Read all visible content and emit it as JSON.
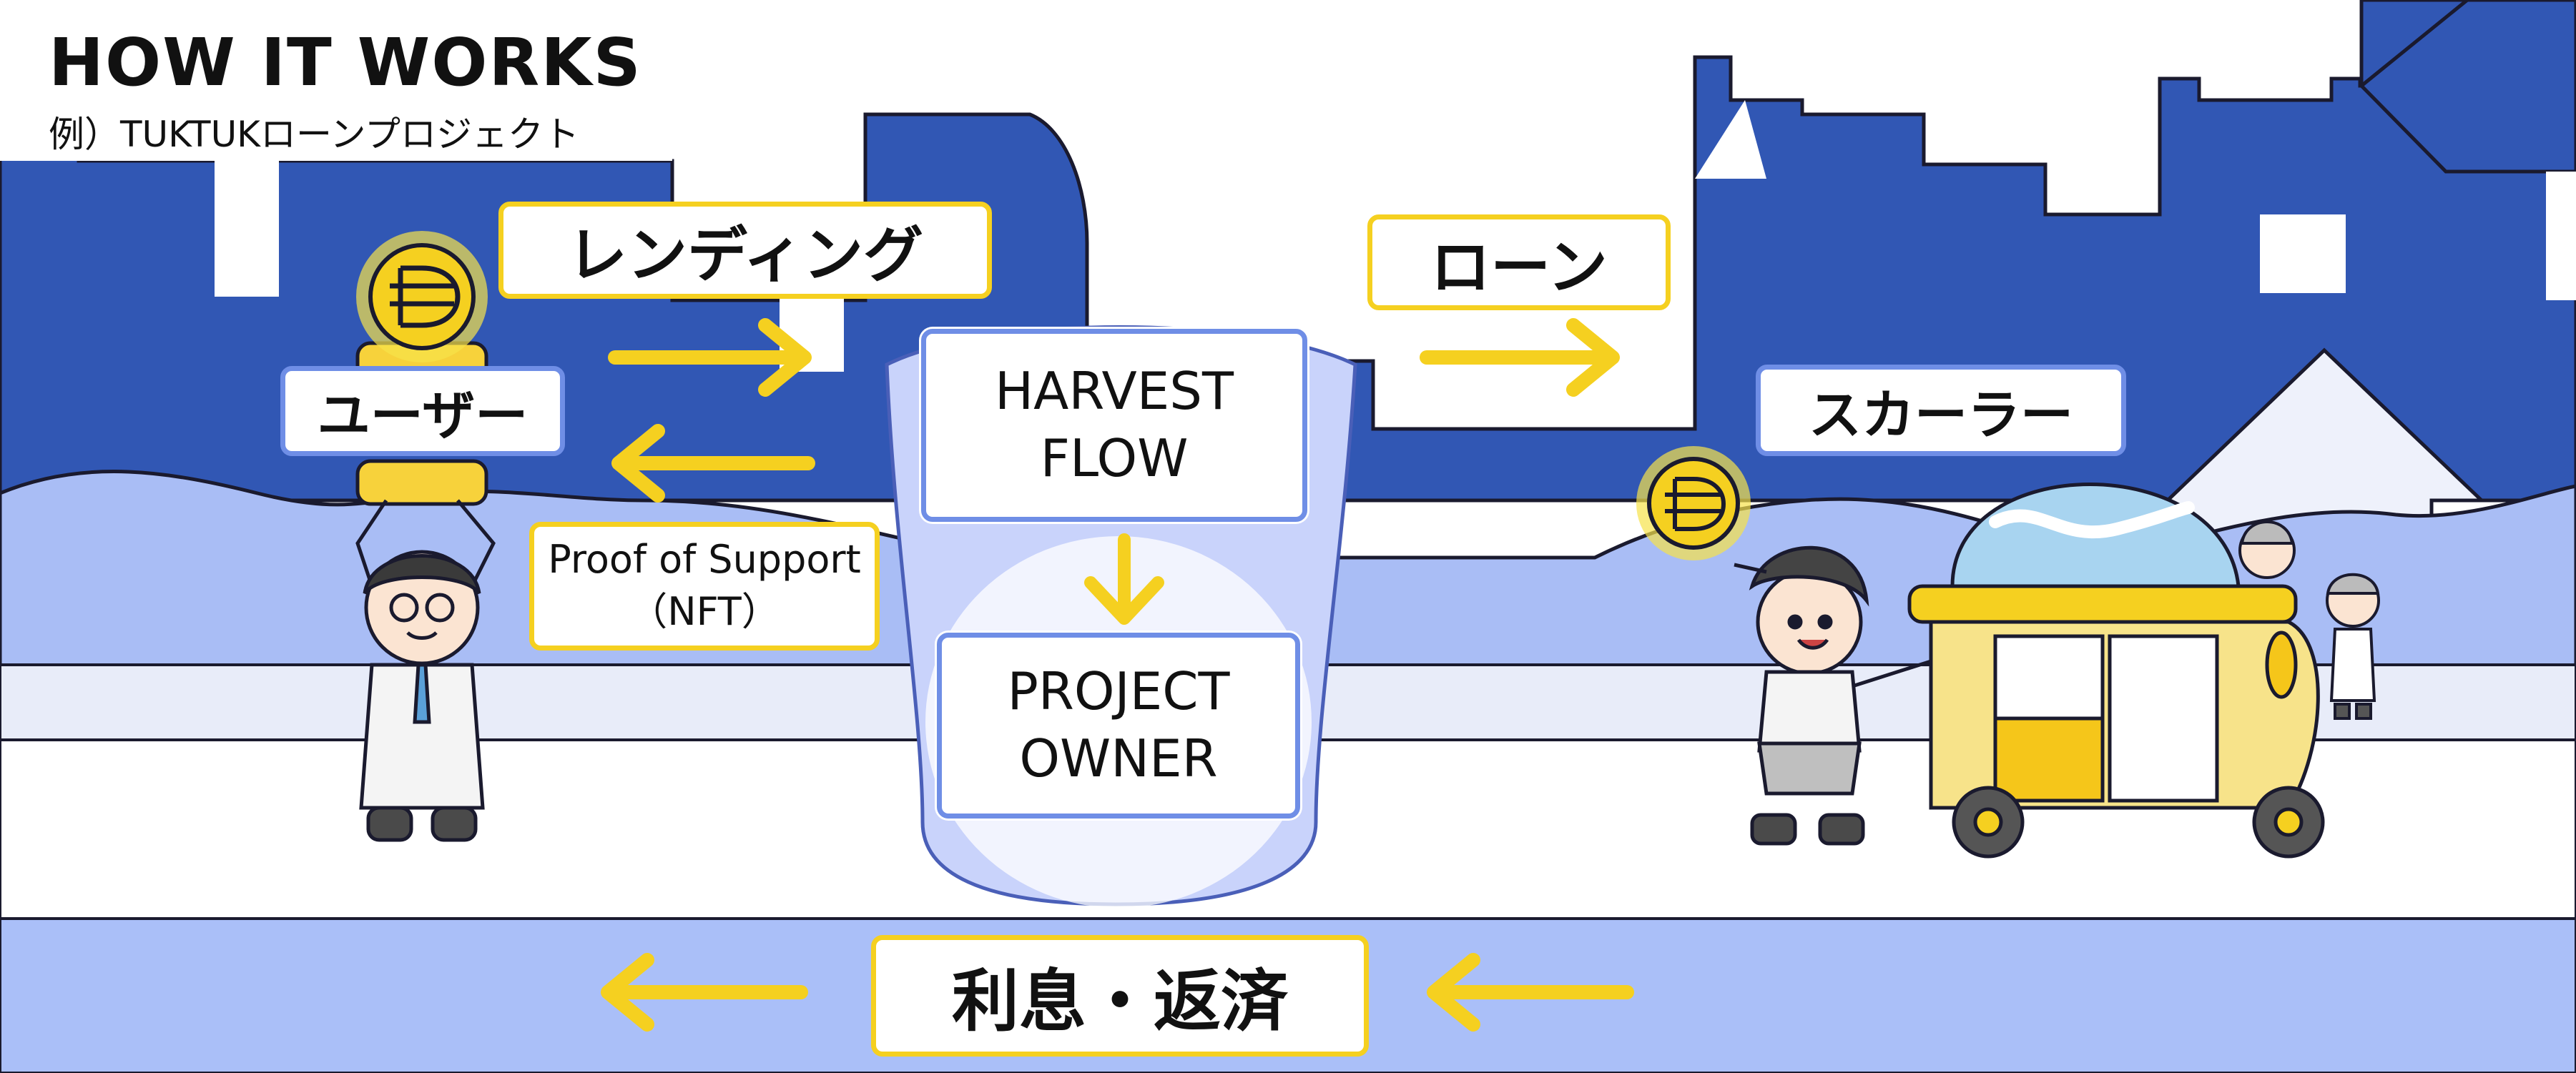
{
  "header": {
    "title": "HOW IT WORKS",
    "subtitle": "例）TUKTUKローンプロジェクト"
  },
  "labels": {
    "lending": "レンディング",
    "loan": "ローン",
    "user": "ユーザー",
    "scholar": "スカーラー",
    "proof_line1": "Proof of Support",
    "proof_line2": "（NFT）",
    "harvest_line1": "HARVEST",
    "harvest_line2": "FLOW",
    "owner_line1": "PROJECT",
    "owner_line2": "OWNER",
    "interest": "利息・返済"
  },
  "colors": {
    "city_blue": "#3157b4",
    "hill_blue": "#a9bdf5",
    "river_blue": "#aabff8",
    "road_light": "#e8ecf9",
    "accent_yellow": "#f5d020",
    "box_blue_border": "#6f8ee6",
    "funnel_fill": "#c9d3fb"
  },
  "icons": {
    "coin": "dai-coin-icon",
    "arrow": "arrow-icon"
  }
}
